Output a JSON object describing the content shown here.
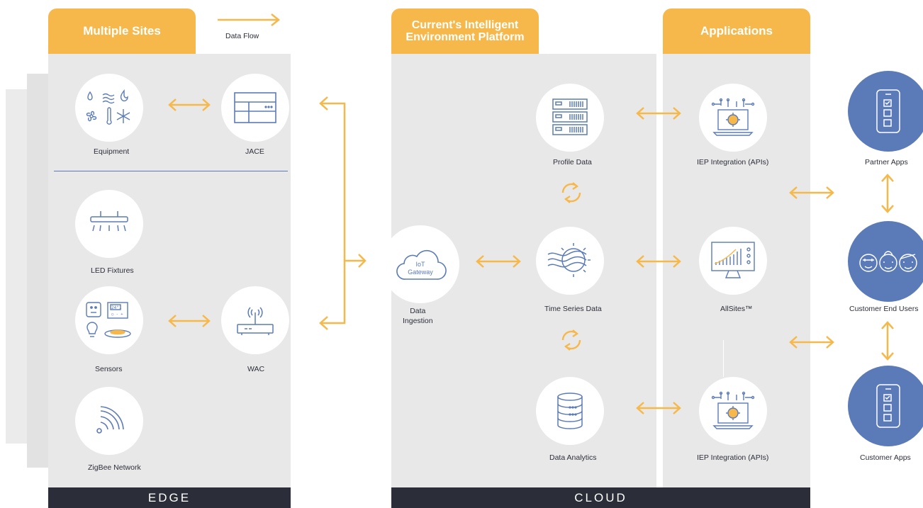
{
  "legend": {
    "data_flow_label": "Data Flow"
  },
  "headers": {
    "multiple_sites": "Multiple Sites",
    "platform_line1": "Current's Intelligent",
    "platform_line2": "Environment Platform",
    "applications": "Applications"
  },
  "footers": {
    "edge": "EDGE",
    "cloud": "CLOUD"
  },
  "edge_nodes": {
    "equipment": "Equipment",
    "jace": "JACE",
    "led_fixtures": "LED Fixtures",
    "sensors": "Sensors",
    "wac": "WAC",
    "zigbee": "ZigBee Network",
    "sensor_temp": "24°1",
    "sensor_btns": "○ - +"
  },
  "cloud_nodes": {
    "iot_line1": "IoT",
    "iot_line2": "Gateway",
    "data_ingestion_line1": "Data",
    "data_ingestion_line2": "Ingestion",
    "profile_data": "Profile Data",
    "time_series": "Time Series Data",
    "data_analytics": "Data Analytics"
  },
  "app_nodes": {
    "iep_top": "IEP Integration (APIs)",
    "allsites": "AllSites™",
    "iep_bottom": "IEP Integration (APIs)"
  },
  "user_nodes": {
    "partner_apps": "Partner Apps",
    "customer_end_users": "Customer End Users",
    "customer_apps": "Customer Apps"
  },
  "colors": {
    "accent": "#f7b84b",
    "panel": "#e8e8e8",
    "footer": "#2b2d38",
    "icon_blue": "#5b7bb8",
    "user_circle": "#5b7bb8"
  }
}
